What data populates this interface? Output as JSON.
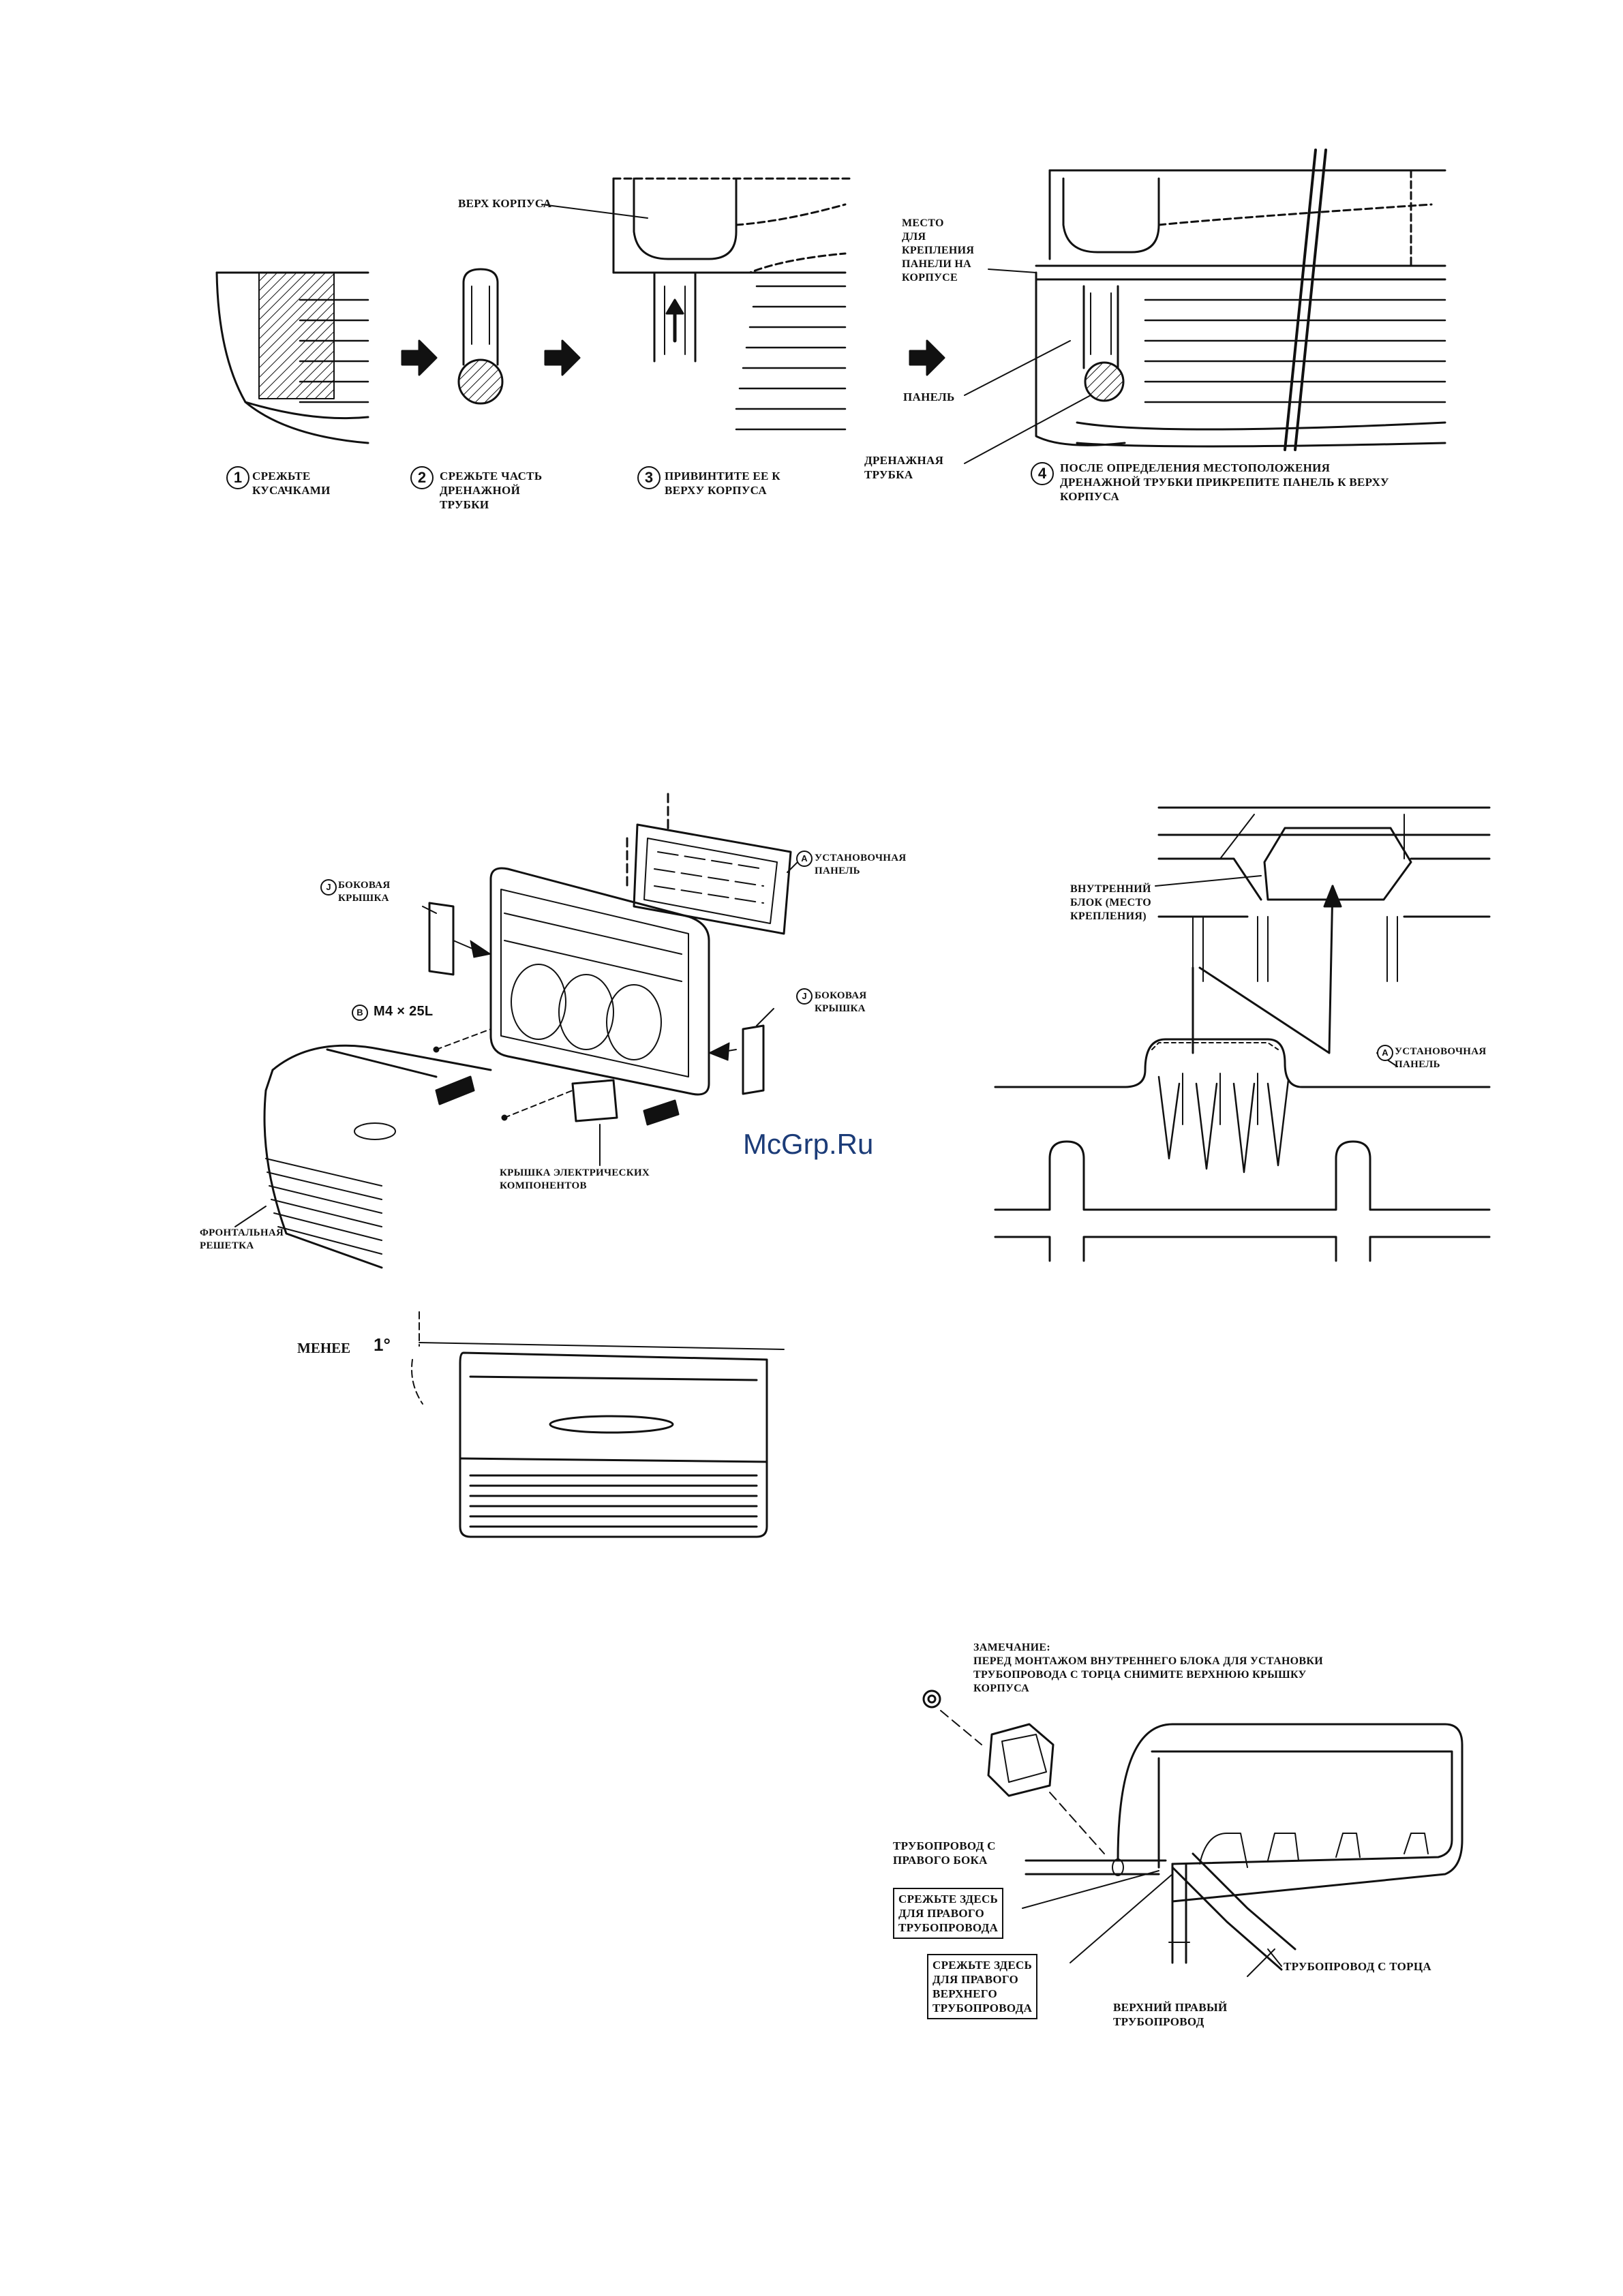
{
  "fig1": {
    "top_of_body": "ВЕРХ КОРПУСА",
    "mount_place": [
      "МЕСТО",
      "ДЛЯ",
      "КРЕПЛЕНИЯ",
      "ПАНЕЛИ НА",
      "КОРПУСЕ"
    ],
    "panel": "ПАНЕЛЬ",
    "drain_tube": [
      "ДРЕНАЖНАЯ",
      "ТРУБКА"
    ],
    "steps": [
      {
        "num": "1",
        "text": [
          "СРЕЖЬТЕ",
          "КУСАЧКАМИ"
        ]
      },
      {
        "num": "2",
        "text": [
          "СРЕЖЬТЕ ЧАСТЬ",
          "ДРЕНАЖНОЙ",
          "ТРУБКИ"
        ]
      },
      {
        "num": "3",
        "text": [
          "ПРИВИНТИТЕ ЕЕ К",
          "ВЕРХУ КОРПУСА"
        ]
      },
      {
        "num": "4",
        "text": [
          "ПОСЛЕ ОПРЕДЕЛЕНИЯ МЕСТОПОЛОЖЕНИЯ",
          "ДРЕНАЖНОЙ ТРУБКИ ПРИКРЕПИТЕ ПАНЕЛЬ К ВЕРХУ",
          "КОРПУСА"
        ]
      }
    ]
  },
  "fig2": {
    "mount_panel": {
      "marker": "A",
      "text": [
        "УСТАНОВОЧНАЯ",
        "ПАНЕЛЬ"
      ]
    },
    "side_cover_left": {
      "marker": "J",
      "text": [
        "БОКОВАЯ",
        "КРЫШКА"
      ]
    },
    "side_cover_right": {
      "marker": "J",
      "text": [
        "БОКОВАЯ",
        "КРЫШКА"
      ]
    },
    "screw": {
      "marker": "B",
      "text": "M4 × 25L"
    },
    "elec_cover": [
      "КРЫШКА ЭЛЕКТРИЧЕСКИХ",
      "КОМПОНЕНТОВ"
    ],
    "front_grille": [
      "ФРОНТАЛЬНАЯ",
      "РЕШЕТКА"
    ]
  },
  "fig3": {
    "indoor_unit": [
      "ВНУТРЕННИЙ",
      "БЛОК (МЕСТО",
      "КРЕПЛЕНИЯ)"
    ],
    "mount_panel": {
      "marker": "A",
      "text": [
        "УСТАНОВОЧНАЯ",
        "ПАНЕЛЬ"
      ]
    }
  },
  "watermark": "McGrp.Ru",
  "fig4": {
    "label": "МЕНЕЕ",
    "angle": "1°"
  },
  "fig5": {
    "note": [
      "ЗАМЕЧАНИЕ:",
      "ПЕРЕД МОНТАЖОМ ВНУТРЕННЕГО БЛОКА ДЛЯ УСТАНОВКИ",
      "ТРУБОПРОВОДА С ТОРЦА СНИМИТЕ ВЕРХНЮЮ КРЫШКУ",
      "КОРПУСА"
    ],
    "right_side_pipe": [
      "ТРУБОПРОВОД С",
      "ПРАВОГО БОКА"
    ],
    "cut_right": [
      "СРЕЖЬТЕ ЗДЕСЬ",
      "ДЛЯ ПРАВОГО",
      "ТРУБОПРОВОДА"
    ],
    "cut_upper_right": [
      "СРЕЖЬТЕ ЗДЕСЬ",
      "ДЛЯ ПРАВОГО",
      "ВЕРХНЕГО",
      "ТРУБОПРОВОДА"
    ],
    "end_pipe": "ТРУБОПРОВОД С ТОРЦА",
    "upper_right_pipe": [
      "ВЕРХНИЙ ПРАВЫЙ",
      "ТРУБОПРОВОД"
    ]
  }
}
